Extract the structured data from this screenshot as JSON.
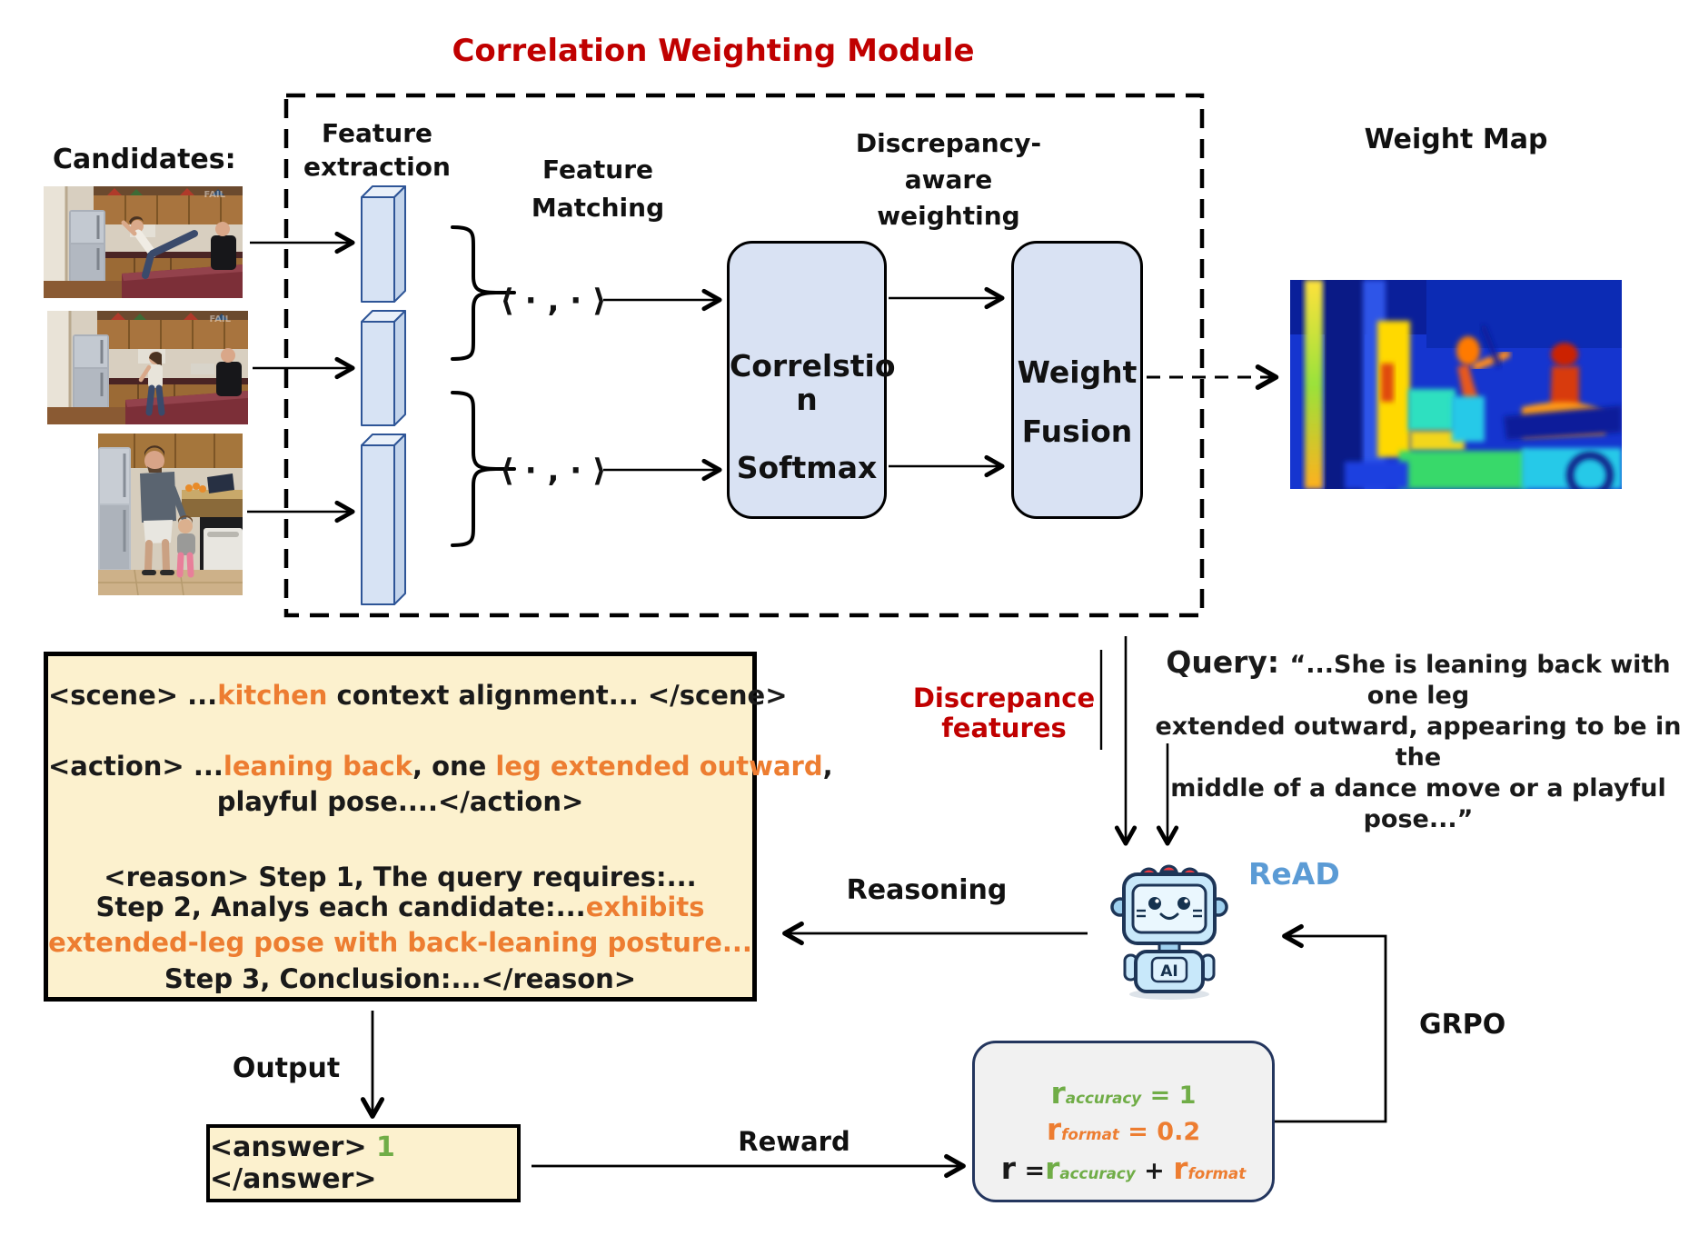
{
  "title": "Correlation Weighting Module",
  "colors": {
    "accent_red": "#C00000",
    "orange": "#ED7D31",
    "green": "#70AD47",
    "box_blue": "#D9E2F3",
    "read_blue": "#5B9BD5",
    "panel_yellow": "#FCF1CE"
  },
  "candidates": {
    "label": "Candidates:",
    "images": [
      {
        "name": "kitchen-woman-leaning-back-leg-kick"
      },
      {
        "name": "kitchen-woman-standing-man-at-counter"
      },
      {
        "name": "kitchen-man-with-little-girl"
      }
    ]
  },
  "module": {
    "feature_extraction": [
      "Feature",
      "extraction"
    ],
    "feature_matching": [
      "Feature",
      "Matching"
    ],
    "discrepancy_weighting": [
      "Discrepancy-aware",
      "weighting"
    ],
    "inner_product": "⟨ · , · ⟩",
    "correlation_box_lines": [
      "Correlstio",
      "n",
      "Softmax"
    ],
    "weight_fusion_lines": [
      "Weight",
      "Fusion"
    ],
    "weight_map_label": "Weight Map"
  },
  "discrepancy_features_lines": [
    "Discrepance",
    "features"
  ],
  "query": {
    "lines": [
      [
        {
          "t": "Query: ",
          "c": "black",
          "big": true
        },
        {
          "t": "“...She is leaning back with one leg",
          "c": "black"
        }
      ],
      [
        {
          "t": "extended outward, appearing to be in the",
          "c": "black"
        }
      ],
      [
        {
          "t": "middle of a dance move or a playful pose...”",
          "c": "black"
        }
      ]
    ]
  },
  "scene_box": {
    "lines": [
      [
        {
          "t": "<scene> ...",
          "c": "black"
        },
        {
          "t": "kitchen",
          "c": "orange"
        },
        {
          "t": " context alignment...  </scene>",
          "c": "black"
        }
      ],
      [
        {
          "t": "<action> ...",
          "c": "black"
        },
        {
          "t": "leaning back",
          "c": "orange"
        },
        {
          "t": ", one ",
          "c": "black"
        },
        {
          "t": "leg extended outward",
          "c": "orange"
        },
        {
          "t": ",",
          "c": "black"
        }
      ],
      [
        {
          "t": "playful pose....</action>",
          "c": "black"
        }
      ],
      [
        {
          "t": "<reason>  Step 1, The query requires:...",
          "c": "black"
        }
      ],
      [
        {
          "t": "Step 2, Analys each candidate:...",
          "c": "black"
        },
        {
          "t": "exhibits",
          "c": "orange"
        }
      ],
      [
        {
          "t": "extended-leg pose with back-leaning posture...",
          "c": "orange"
        }
      ],
      [
        {
          "t": "Step 3, Conclusion:...</reason>",
          "c": "black"
        }
      ]
    ]
  },
  "reasoning_label": "Reasoning",
  "read_label": "ReAD",
  "robot_chest_label": "AI",
  "grpo_label": "GRPO",
  "output_label": "Output",
  "reward_label": "Reward",
  "answer_box": {
    "segments": [
      {
        "t": "<answer> ",
        "c": "black"
      },
      {
        "t": "1",
        "c": "green"
      },
      {
        "t": " </answer>",
        "c": "black"
      }
    ]
  },
  "reward_box": {
    "lines": [
      [
        {
          "t": "r",
          "c": "green",
          "big": true
        },
        {
          "t": "accuracy",
          "c": "green",
          "sub": true
        },
        {
          "t": " = 1",
          "c": "green"
        }
      ],
      [
        {
          "t": "r",
          "c": "orange",
          "big": true
        },
        {
          "t": "format",
          "c": "orange",
          "sub": true
        },
        {
          "t": " = 0.2",
          "c": "orange"
        }
      ],
      [
        {
          "t": "r",
          "c": "black",
          "big": true
        },
        {
          "t": " =",
          "c": "black"
        },
        {
          "t": "r",
          "c": "green",
          "big": true
        },
        {
          "t": "accuracy",
          "c": "green",
          "sub": true
        },
        {
          "t": " + ",
          "c": "black"
        },
        {
          "t": "r",
          "c": "orange",
          "big": true
        },
        {
          "t": "format",
          "c": "orange",
          "sub": true
        }
      ]
    ]
  }
}
